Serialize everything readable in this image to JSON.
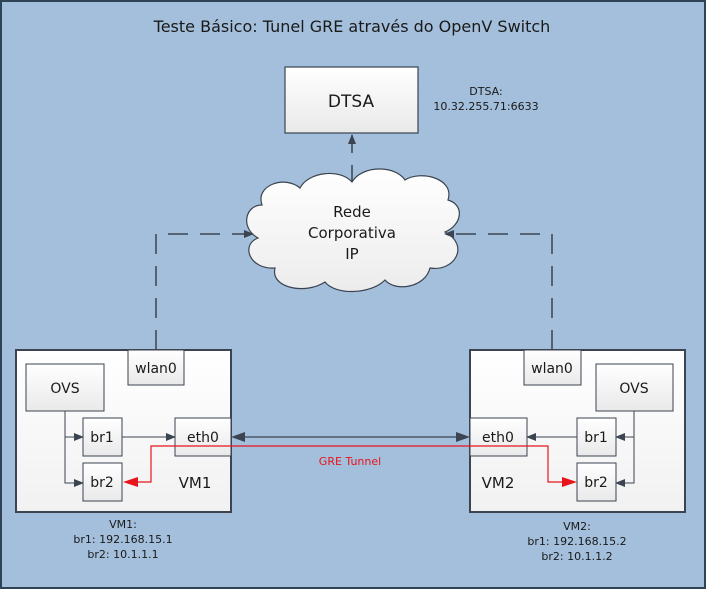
{
  "title": "Teste Básico: Tunel GRE através do OpenV Switch",
  "dtsa": {
    "label": "DTSA",
    "info_line1": "DTSA:",
    "info_line2": "10.32.255.71:6633"
  },
  "cloud": {
    "line1": "Rede",
    "line2": "Corporativa",
    "line3": "IP"
  },
  "vm1": {
    "name": "VM1",
    "wlan": "wlan0",
    "ovs": "OVS",
    "br1": "br1",
    "br2": "br2",
    "eth": "eth0",
    "info_line1": "VM1:",
    "info_line2": "br1: 192.168.15.1",
    "info_line3": "br2: 10.1.1.1"
  },
  "vm2": {
    "name": "VM2",
    "wlan": "wlan0",
    "ovs": "OVS",
    "br1": "br1",
    "br2": "br2",
    "eth": "eth0",
    "info_line1": "VM2:",
    "info_line2": "br1: 192.168.15.2",
    "info_line3": "br2: 10.1.1.2"
  },
  "tunnel_label": "GRE Tunnel",
  "colors": {
    "background": "#a3bfdb",
    "border": "#2f4356",
    "tunnel": "#e8141c",
    "line": "#3b4450"
  }
}
